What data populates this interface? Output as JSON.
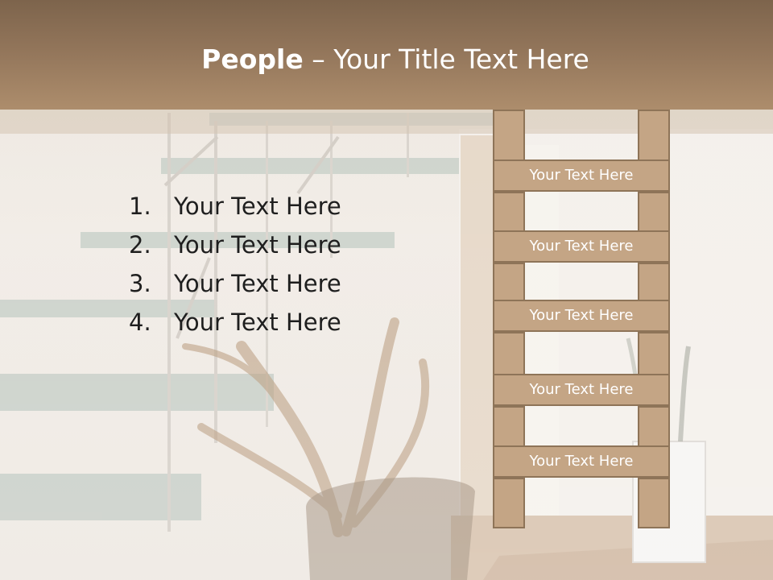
{
  "slide": {
    "title_bold": "People",
    "title_rest": " – Your Title Text Here",
    "list": [
      {
        "number": "1.",
        "text": "Your Text Here"
      },
      {
        "number": "2.",
        "text": "Your Text Here"
      },
      {
        "number": "3.",
        "text": "Your Text Here"
      },
      {
        "number": "4.",
        "text": "Your Text Here"
      }
    ],
    "ladder_rungs": [
      "Your Text Here",
      "Your Text Here",
      "Your Text Here",
      "Your Text Here",
      "Your Text Here"
    ]
  },
  "colors": {
    "title_bar": "#92755a",
    "ladder_fill": "#c4a585",
    "ladder_border": "#8e7458",
    "title_text": "#ffffff",
    "body_text": "#1e1e1e"
  }
}
